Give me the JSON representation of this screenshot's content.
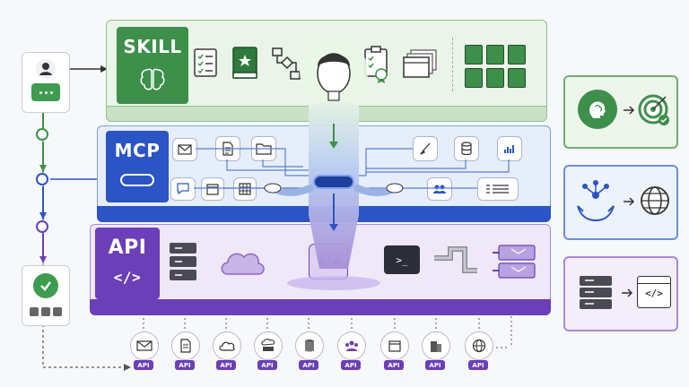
{
  "layers": {
    "skill": {
      "label": "SKILL"
    },
    "mcp": {
      "label": "MCP"
    },
    "api": {
      "label": "API",
      "code": "</>"
    }
  },
  "api_tags": [
    "API",
    "API",
    "API",
    "API",
    "API",
    "API",
    "API",
    "API",
    "API"
  ],
  "colors": {
    "skill": "#3d8f4a",
    "skill_light": "#eaf4e8",
    "mcp": "#2b54c4",
    "mcp_light": "#e6eefb",
    "api": "#6a3fb8",
    "api_light": "#efe8f8",
    "api_tag": "#6a3fb8"
  }
}
